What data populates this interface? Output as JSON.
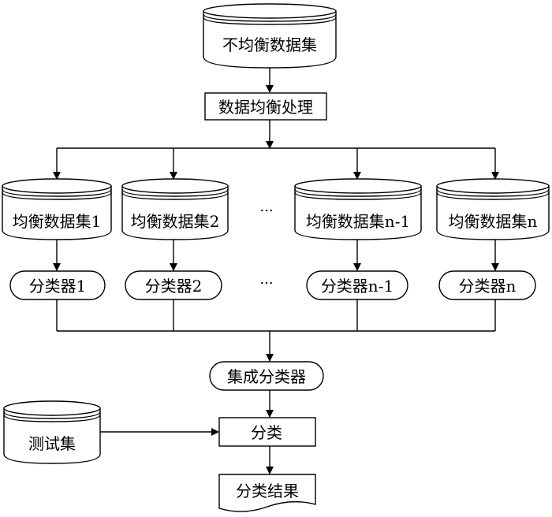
{
  "source_dataset": "不均衡数据集",
  "balance_process": "数据均衡处理",
  "balanced_sets": [
    "均衡数据集1",
    "均衡数据集2",
    "均衡数据集n-1",
    "均衡数据集n"
  ],
  "classifiers": [
    "分类器1",
    "分类器2",
    "分类器n-1",
    "分类器n"
  ],
  "ellipsis": "...",
  "ensemble": "集成分类器",
  "test_set": "测试集",
  "classify": "分类",
  "result": "分类结果"
}
